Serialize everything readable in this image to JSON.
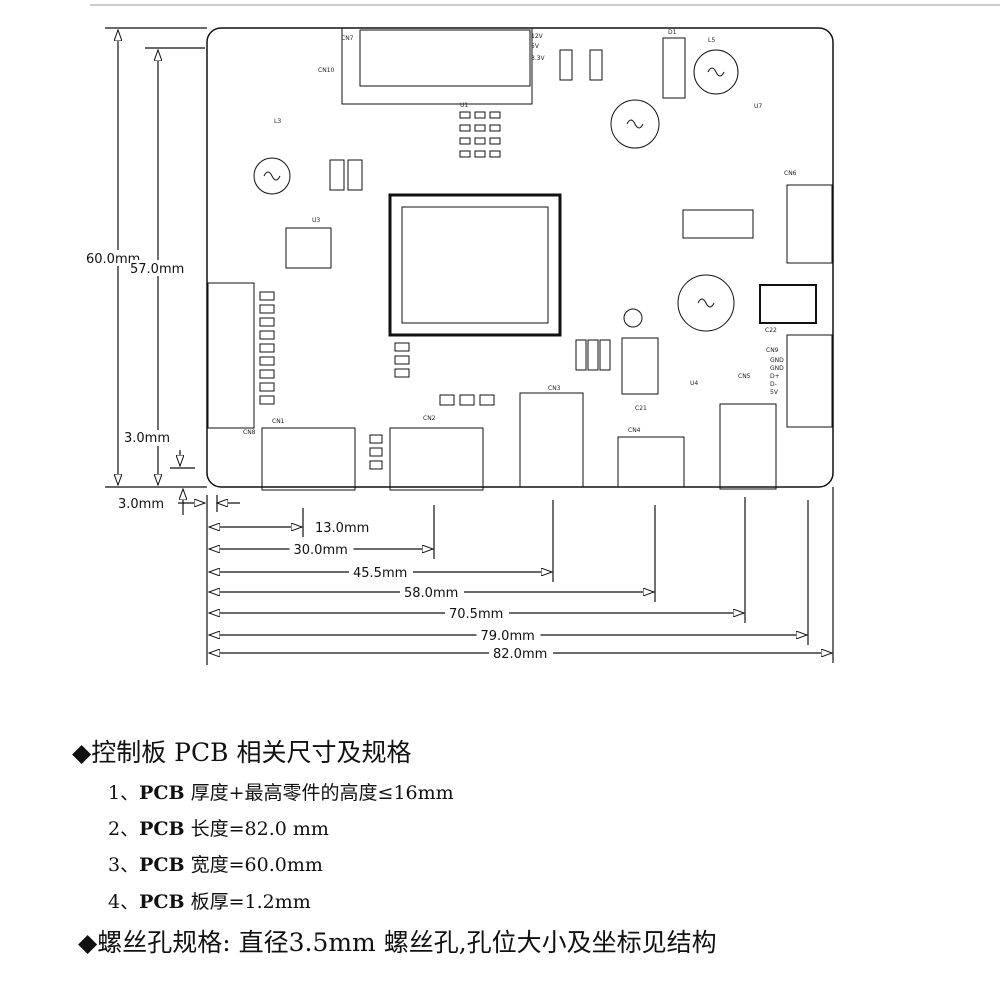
{
  "drawing": {
    "dimensions_vertical": {
      "total_height": "60.0mm",
      "hole_span_v": "57.0mm",
      "hole_offset_top": "3.0mm",
      "hole_offset_left": "3.0mm"
    },
    "dimensions_horizontal": [
      "13.0mm",
      "30.0mm",
      "45.5mm",
      "58.0mm",
      "70.5mm",
      "79.0mm",
      "82.0mm"
    ],
    "board_labels": {
      "cn7": "CN7",
      "cn10": "CN10",
      "u1": "U1",
      "u3": "U3",
      "u4": "U4",
      "u7": "U7",
      "cn1": "CN1",
      "cn2": "CN2",
      "cn3": "CN3",
      "cn4": "CN4",
      "cn5": "CN5",
      "cn6": "CN6",
      "cn8": "CN8",
      "cn9": "CN9",
      "l3": "L3",
      "l5": "L5",
      "c21": "C21",
      "c22": "C22",
      "d1": "D1",
      "v12": "12V",
      "v5": "5V",
      "v33": "3.3V",
      "cn9_pins": [
        "GND",
        "GND",
        "D+",
        "D-",
        "5V"
      ]
    }
  },
  "specs": {
    "heading": "◆控制板 PCB 相关尺寸及规格",
    "items": [
      {
        "num": "1、",
        "pcb": "PCB",
        "text": " 厚度+最高零件的高度≤16mm"
      },
      {
        "num": "2、",
        "pcb": "PCB",
        "text": " 长度=82.0 mm"
      },
      {
        "num": "3、",
        "pcb": "PCB",
        "text": " 宽度=60.0mm"
      },
      {
        "num": "4、",
        "pcb": "PCB",
        "text": " 板厚=1.2mm"
      }
    ],
    "screw_hole": "◆螺丝孔规格: 直径3.5mm 螺丝孔,孔位大小及坐标见结构"
  }
}
